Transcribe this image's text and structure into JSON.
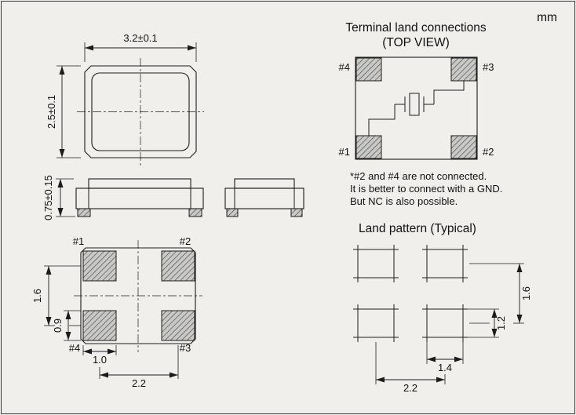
{
  "units_label": "mm",
  "top_view": {
    "width_dim": "3.2±0.1",
    "height_dim": "2.5±0.1"
  },
  "side_view": {
    "thickness_dim": "0.75±0.15"
  },
  "bottom_view": {
    "pad_labels": {
      "p1": "#1",
      "p2": "#2",
      "p3": "#3",
      "p4": "#4"
    },
    "dims": {
      "row_pitch": "1.6",
      "pad_height": "0.9",
      "pad_width": "1.0",
      "col_pitch": "2.2"
    }
  },
  "terminal_connections": {
    "title": "Terminal land connections",
    "subtitle": "(TOP VIEW)",
    "pad_labels": {
      "p1": "#1",
      "p2": "#2",
      "p3": "#3",
      "p4": "#4"
    },
    "notes": [
      "*#2 and #4 are not connected.",
      "It is better to connect with a GND.",
      "But NC is also possible."
    ]
  },
  "land_pattern": {
    "title": "Land pattern (Typical)",
    "dims": {
      "row_pitch": "1.6",
      "pad_height": "1.2",
      "pad_width": "1.4",
      "col_pitch": "2.2"
    }
  }
}
